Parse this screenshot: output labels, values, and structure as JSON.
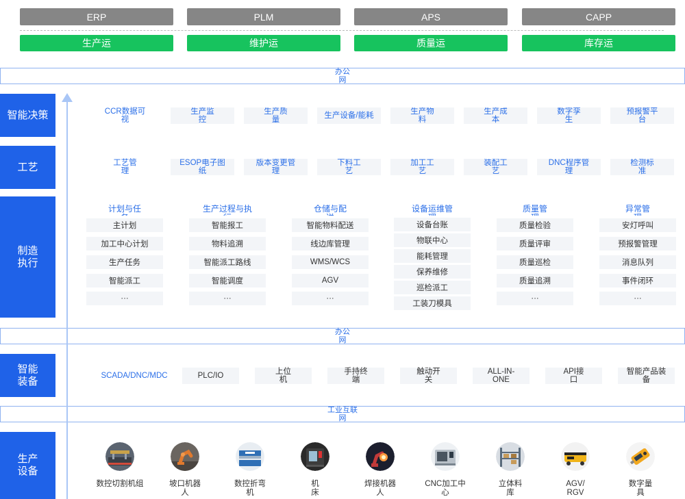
{
  "systems": [
    "ERP",
    "PLM",
    "APS",
    "CAPP"
  ],
  "operations": [
    "生产运",
    "维护运",
    "质量运",
    "库存运"
  ],
  "networks": {
    "office_top": "办公\n网",
    "office_mid": "办公\n网",
    "industrial": "工业互联\n网"
  },
  "layers": {
    "decision": "智能决策",
    "process": "工艺",
    "execution": "制造\n执行",
    "equipment": "智能\n装备",
    "devices": "生产\n设备"
  },
  "decision_items": [
    "CCR数据可\n视",
    "生产监\n控",
    "生产质\n量",
    "生产设备/能耗",
    "生产物\n料",
    "生产成\n本",
    "数字孪\n生",
    "预报警平\n台"
  ],
  "process_items": [
    "工艺管\n理",
    "ESOP电子图\n纸",
    "版本变更管\n理",
    "下料工\n艺",
    "加工工\n艺",
    "装配工\n艺",
    "DNC程序管\n理",
    "检测标\n准"
  ],
  "execution_columns": [
    {
      "title": "计划与任\n务",
      "items": [
        "主计划",
        "加工中心计划",
        "生产任务",
        "智能派工",
        "···"
      ]
    },
    {
      "title": "生产过程与执\n行",
      "items": [
        "智能报工",
        "物料追溯",
        "智能派工路线",
        "智能调度",
        "···"
      ]
    },
    {
      "title": "仓储与配\n送",
      "items": [
        "智能物料配送",
        "线边库管理",
        "WMS/WCS",
        "AGV",
        "···"
      ]
    },
    {
      "title": "设备运维管\n理",
      "items": [
        "设备台账",
        "物联中心",
        "能耗管理",
        "保养维修",
        "巡检派工",
        "工装刀模具"
      ]
    },
    {
      "title": "质量管\n理",
      "items": [
        "质量检验",
        "质量评审",
        "质量巡检",
        "质量追溯",
        "···"
      ]
    },
    {
      "title": "异常管\n理",
      "items": [
        "安灯呼叫",
        "预报警管理",
        "消息队列",
        "事件闭环",
        "···"
      ]
    }
  ],
  "equipment_items": [
    "SCADA/DNC/MDC",
    "PLC/IO",
    "上位\n机",
    "手持终\n端",
    "触动开\n关",
    "ALL-IN-\nONE",
    "API接\n口",
    "智能产品装\n备"
  ],
  "devices": [
    {
      "label": "数控切割机组",
      "icon": "cutting-machine-icon"
    },
    {
      "label": "坡口机器\n人",
      "icon": "bevel-robot-icon"
    },
    {
      "label": "数控折弯\n机",
      "icon": "bending-machine-icon"
    },
    {
      "label": "机\n床",
      "icon": "machine-tool-icon"
    },
    {
      "label": "焊接机器\n人",
      "icon": "welding-robot-icon"
    },
    {
      "label": "CNC加工中\n心",
      "icon": "cnc-center-icon"
    },
    {
      "label": "立体料\n库",
      "icon": "warehouse-icon"
    },
    {
      "label": "AGV/\nRGV",
      "icon": "agv-icon"
    },
    {
      "label": "数字量\n具",
      "icon": "digital-gauge-icon"
    }
  ],
  "colors": {
    "system_gray": "#868686",
    "ops_green": "#17c35e",
    "layer_blue": "#1f62e8",
    "text_blue": "#2b6fe8",
    "chip_bg": "#f3f5f8"
  }
}
